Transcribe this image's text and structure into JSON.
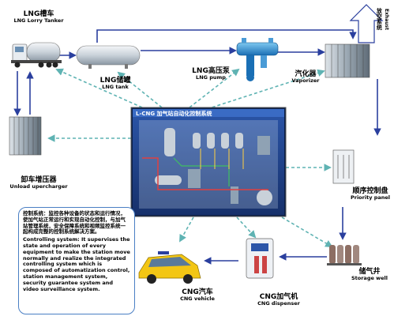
{
  "nodes": {
    "lng_tanker": {
      "zh": "LNG槽车",
      "en": "LNG  Lorry Tanker"
    },
    "lng_tank": {
      "zh": "LNG储罐",
      "en": "LNG tank"
    },
    "lng_pump": {
      "zh": "LNG高压泵",
      "en": "LNG pump"
    },
    "vaporizer": {
      "zh": "汽化器",
      "en": "Vaporizer"
    },
    "exhaust": {
      "zh": "放空系统",
      "en": "Exhaust"
    },
    "unload_supercharger": {
      "zh": "卸车增压器",
      "en": "Unload upercharger"
    },
    "priority_panel": {
      "zh": "顺序控制盘",
      "en": "Priority panel"
    },
    "storage_well": {
      "zh": "储气井",
      "en": "Storage well"
    },
    "cng_dispenser": {
      "zh": "CNG加气机",
      "en": "CNG dispenser"
    },
    "cng_vehicle": {
      "zh": "CNG汽车",
      "en": "CNG vehicle"
    }
  },
  "control_screen": {
    "title": "L-CNG 加气站自动化控制系统"
  },
  "control_system": {
    "zh": "控制系统：监控各种设备的状态和运行情况，使加气站正常运行和实现自动化控制，与加气站管理系统，安全保障系统和视频监控系统一起构成完整的控制系统解决方案。",
    "en": "Controlling system: It supervises the state and operation of every equipment to make the station move normally and realize the integrated controlling system which is composed of automatization control, station management system, security guarantee system and video surveillance system."
  },
  "colors": {
    "flow_line": "#2a3f9e",
    "signal_line": "#5fb3b3",
    "callout_border": "#4a7fc4",
    "screen_bg": "#1e3f8a"
  },
  "icons": [
    "lorry-tanker-icon",
    "tank-icon",
    "pump-icon",
    "vaporizer-icon",
    "exhaust-arrow-icon",
    "supercharger-icon",
    "panel-icon",
    "storage-well-icon",
    "dispenser-icon",
    "taxi-icon",
    "control-screen-icon"
  ]
}
